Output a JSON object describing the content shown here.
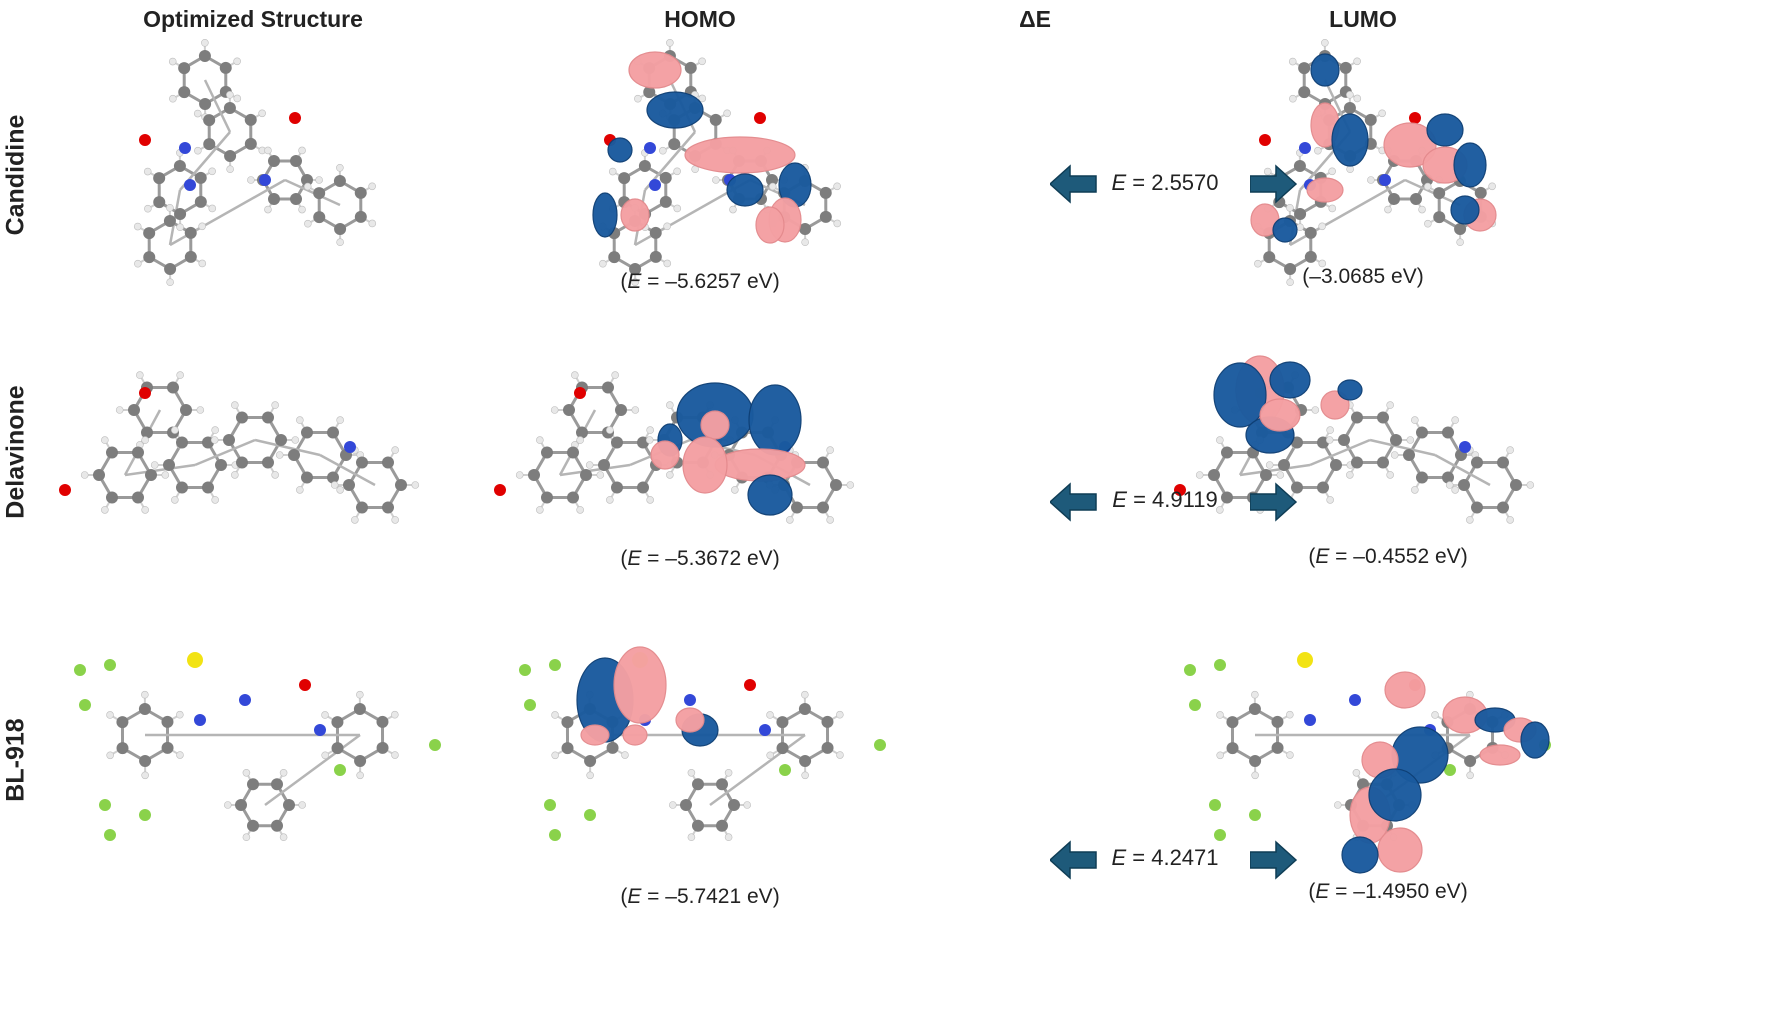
{
  "headers": {
    "structure": "Optimized Structure",
    "homo": "HOMO",
    "delta": "ΔE",
    "lumo": "LUMO"
  },
  "rows": [
    {
      "name": "Candidine",
      "homo": {
        "prefix": "(",
        "symbol": "E",
        "rest": " = –5.6257 eV)"
      },
      "lumo": {
        "prefix": "(",
        "symbol": "",
        "rest": "–3.0685 eV)"
      },
      "gap": {
        "symbol": "E",
        "rest": " = 2.5570"
      }
    },
    {
      "name": "Delavinone",
      "homo": {
        "prefix": "(",
        "symbol": "E",
        "rest": " = –5.3672 eV)"
      },
      "lumo": {
        "prefix": "(",
        "symbol": "E",
        "rest": " = –0.4552 eV)"
      },
      "gap": {
        "symbol": "E",
        "rest": " = 4.9119"
      }
    },
    {
      "name": "BL-918",
      "homo": {
        "prefix": "(",
        "symbol": "E",
        "rest": " = –5.7421 eV)"
      },
      "lumo": {
        "prefix": "(",
        "symbol": "E",
        "rest": " = –1.4950 eV)"
      },
      "gap": {
        "symbol": "E",
        "rest": " = 4.2471"
      }
    }
  ],
  "colors": {
    "carbon": "#7d7d7d",
    "hydrogen": "#e8e8e8",
    "nitrogen": "#3348d8",
    "oxygen": "#e00000",
    "fluorine": "#8ad24a",
    "sulfur": "#f2e313",
    "orbital_positive": "#1a5a9e",
    "orbital_negative": "#f4a0a3",
    "arrow": "#1e5a7a"
  }
}
